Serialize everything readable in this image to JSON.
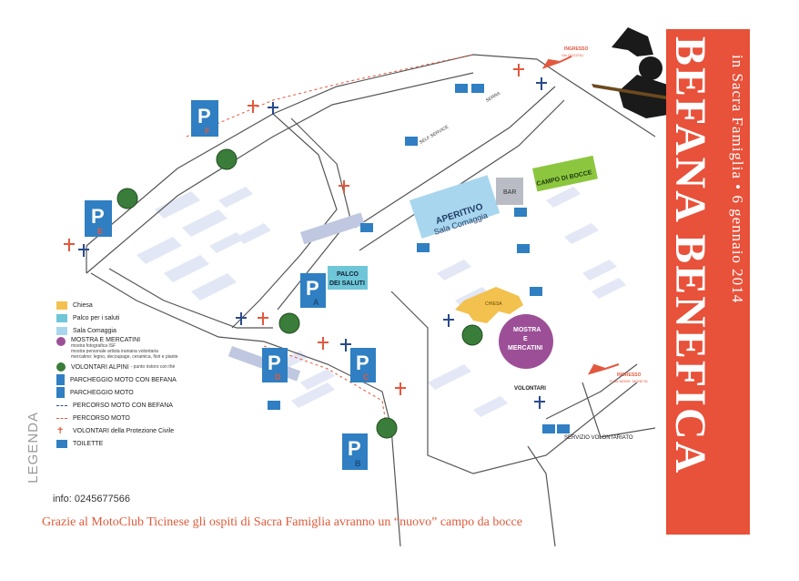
{
  "banner": {
    "title": "BEFANA BENEFICA",
    "subtitle": "in Sacra Famiglia • 6 gennaio 2014"
  },
  "labels": {
    "entrance_top": "INGRESSO",
    "entrance_top_street": "Via GOZZOLI",
    "entrance_right": "INGRESSO",
    "entrance_right_street": "P.zza MONS. MONETA",
    "self_service": "SELF SERVICE",
    "serra": "SERRA",
    "aperitivo": "APERITIVO",
    "sala_comaggia": "Sala Comaggia",
    "bar": "BAR",
    "campo_bocce": "CAMPO DI BOCCE",
    "palco_line1": "PALCO",
    "palco_line2": "DEI SALUTI",
    "chiesa": "CHIESA",
    "mostra_line1": "MOSTRA",
    "mostra_line2": "E",
    "mostra_line3": "MERCATINI",
    "volontari": "VOLONTARI",
    "servizio": "SERVIZIO VOLONTARIATO"
  },
  "parking": [
    {
      "letter": "P",
      "sub": "F"
    },
    {
      "letter": "P",
      "sub": "E"
    },
    {
      "letter": "P",
      "sub": "A"
    },
    {
      "letter": "P",
      "sub": "D"
    },
    {
      "letter": "P",
      "sub": "C"
    },
    {
      "letter": "P",
      "sub": "B"
    }
  ],
  "legend": {
    "title": "LEGENDA",
    "items": [
      {
        "label": "Chiesa",
        "color": "#f2c14e"
      },
      {
        "label": "Palco per i saluti",
        "color": "#6ec6d8"
      },
      {
        "label": "Sala Comaggia",
        "color": "#a8d6ee"
      },
      {
        "label": "MOSTRA E MERCATINI",
        "color": "#9c4f97",
        "sub1": "mostra fotografica ISF",
        "sub2": "mostra personale artista iraniana volontaria",
        "sub3": "mercatino: legno, decoupage, ceramica, fiori e piante"
      },
      {
        "label": "VOLONTARI ALPINI",
        "sub1": "- punto ristoro con thè"
      },
      {
        "label": "PARCHEGGIO MOTO CON BEFANA"
      },
      {
        "label": "PARCHEGGIO MOTO"
      },
      {
        "label": "PERCORSO MOTO CON BEFANA"
      },
      {
        "label": "PERCORSO MOTO"
      },
      {
        "label": "VOLONTARI della Protezione Civile"
      },
      {
        "label": "TOILETTE"
      }
    ]
  },
  "info": "info: 0245677566",
  "footer": "Grazie al MotoClub Ticinese gli ospiti di Sacra Famiglia avranno un “nuovo” campo da bocce",
  "colors": {
    "banner": "#e8513a",
    "parking": "#2f7fc2",
    "chiesa": "#f2c14e",
    "palco": "#6ec6d8",
    "sala": "#a8d6ee",
    "mostra": "#9c4f97",
    "bocce": "#8cc63f",
    "alpini": "#3a7d3a",
    "route": "#e2583e"
  }
}
